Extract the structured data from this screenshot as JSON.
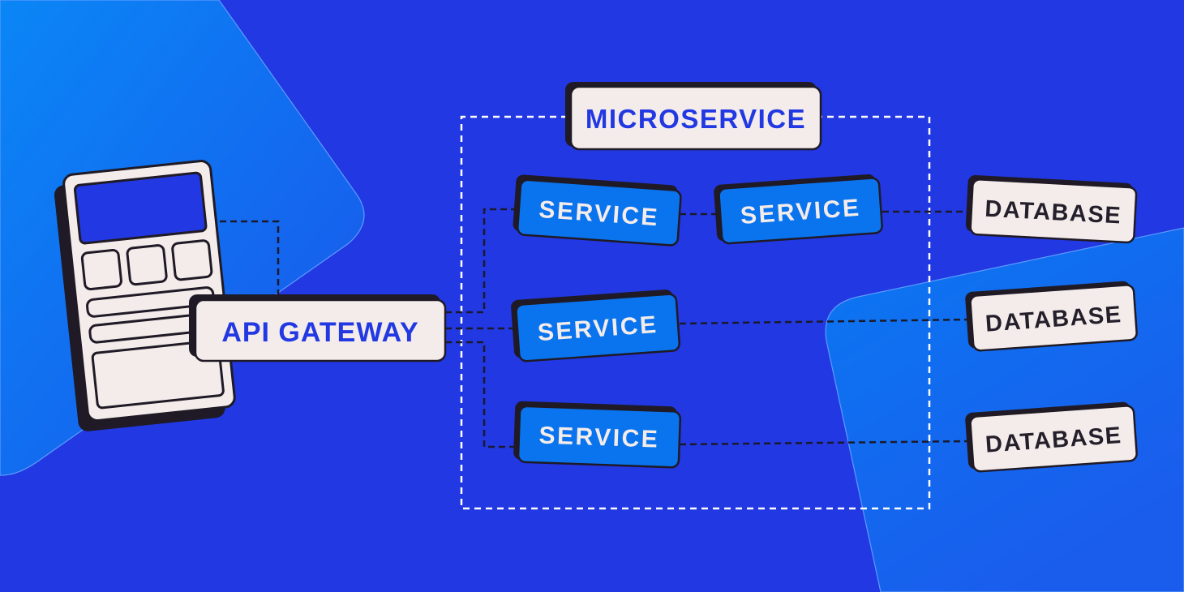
{
  "colors": {
    "background": "#2238e2",
    "panel_light": "#0a7bf3",
    "card": "#f3ecea",
    "service": "#0a74ee",
    "outline": "#241f2b",
    "title_text": "#2238e2",
    "dark_text": "#241f2b",
    "service_text": "#f3ecea",
    "dashed_white": "#ffffff"
  },
  "diagram": {
    "title": "MICROSERVICE",
    "gateway_label": "API GATEWAY",
    "services": [
      {
        "label": "SERVICE"
      },
      {
        "label": "SERVICE"
      },
      {
        "label": "SERVICE"
      },
      {
        "label": "SERVICE"
      }
    ],
    "databases": [
      {
        "label": "DATABASE"
      },
      {
        "label": "DATABASE"
      },
      {
        "label": "DATABASE"
      }
    ],
    "client_icon": "mobile-phone-icon"
  }
}
